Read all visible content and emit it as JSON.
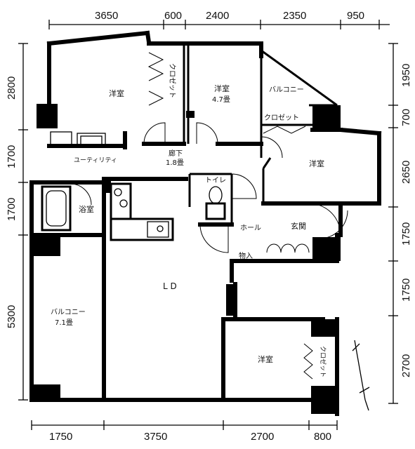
{
  "plan": {
    "dimensions_top": [
      "3650",
      "600",
      "2400",
      "2350",
      "950"
    ],
    "dimensions_bottom": [
      "1750",
      "3750",
      "2700",
      "800"
    ],
    "dimensions_left": [
      "2800",
      "1700",
      "1700",
      "5300"
    ],
    "dimensions_right": [
      "1950",
      "700",
      "2650",
      "1750",
      "1750",
      "2700"
    ],
    "rooms": {
      "western_room_1": "洋室",
      "closet_1": "クロゼット",
      "western_room_2": "洋室",
      "western_room_2_size": "4.7畳",
      "balcony_1": "バルコニー",
      "closet_2": "クロゼット",
      "western_room_3": "洋室",
      "utility": "ユーティリティ",
      "hallway": "廊下",
      "hallway_size": "1.8畳",
      "toilet": "トイレ",
      "bathroom": "浴室",
      "hall": "ホール",
      "entrance": "玄関",
      "storage": "物入",
      "living_dining": "L D",
      "balcony_2": "バルコニー",
      "balcony_2_size": "7.1畳",
      "western_room_4": "洋室",
      "closet_3": "クロゼット"
    }
  }
}
